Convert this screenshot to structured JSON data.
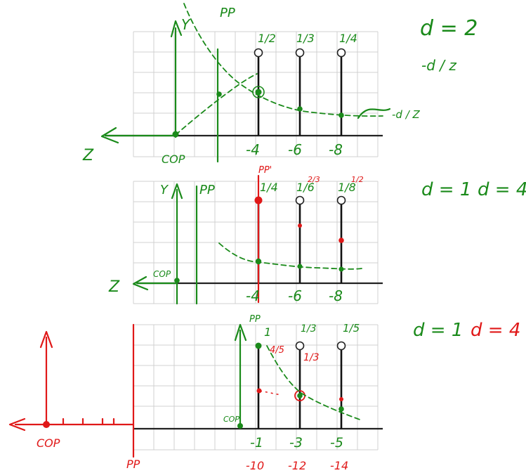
{
  "panels": [
    {
      "id": "top",
      "axis_y_label": "Y",
      "axis_z_label": "Z",
      "pp_label": "PP",
      "cop_label": "COP",
      "stem_top_labels": [
        "1/2",
        "1/3",
        "1/4"
      ],
      "x_tick_labels": [
        "-4",
        "-6",
        "-8"
      ],
      "curve_label": "-d / Z"
    },
    {
      "id": "middle",
      "axis_y_label": "Y",
      "axis_z_label": "Z",
      "pp_label": "PP",
      "pp_red_label": "PP'",
      "cop_label": "COP",
      "stem_top_labels": [
        "1/4",
        "1/6",
        "1/8"
      ],
      "stem_red_labels": [
        "2/3",
        "1/2"
      ],
      "x_tick_labels": [
        "-4",
        "-6",
        "-8"
      ]
    },
    {
      "id": "bottom",
      "pp_label": "PP",
      "cop_green_label": "COP",
      "cop_red_label": "COP",
      "pp_red_label": "PP",
      "stem_top_labels": [
        "1",
        "1/3",
        "1/5"
      ],
      "stem_red_labels": [
        "4/5",
        "1/3"
      ],
      "x_tick_labels": [
        "-1",
        "-3",
        "-5"
      ],
      "x_tick_red_labels": [
        "-10",
        "-12",
        "-14"
      ]
    }
  ],
  "notes": {
    "top": [
      "d = 2",
      "-d / z"
    ],
    "middle": [
      "d = 1",
      "d = 4"
    ],
    "bottom": [
      "d = 1",
      "d = 4"
    ]
  },
  "colors": {
    "green": "#1a8a1a",
    "red": "#e01818",
    "black": "#111111",
    "grid": "#d0d0d0"
  }
}
